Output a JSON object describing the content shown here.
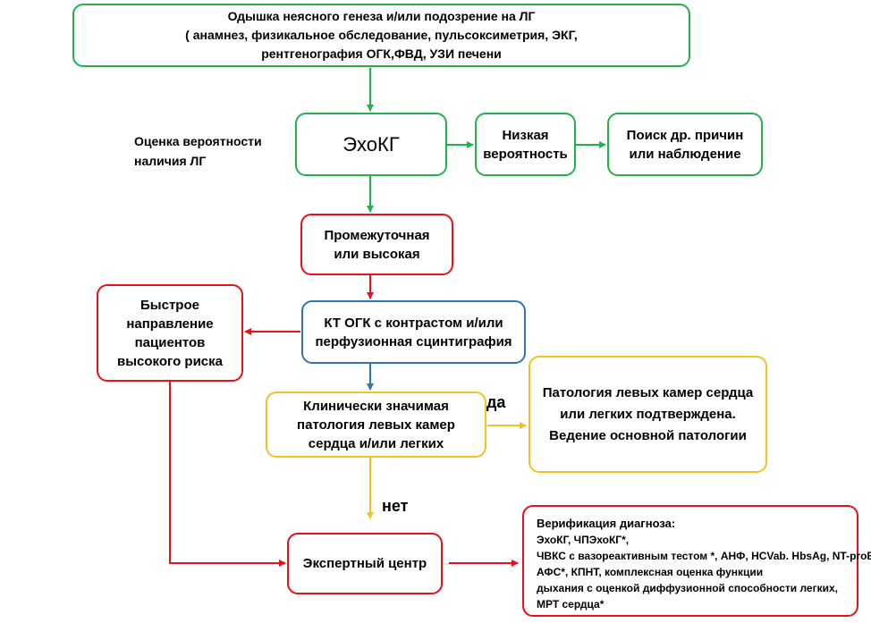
{
  "colors": {
    "green": "#22b14c",
    "red": "#e8101a",
    "blue": "#2e75b6",
    "yellow": "#f3c026"
  },
  "boxes": {
    "dyspnea": {
      "lines": [
        "Одышка неясного генеза и/или подозрение на ЛГ",
        "( анамнез, физикальное обследование, пульсоксиметрия, ЭКГ,",
        "рентгенография ОГК,ФВД, УЗИ печени"
      ]
    },
    "echo": {
      "text": "ЭхоКГ"
    },
    "low": {
      "lines": [
        "Низкая",
        "вероятность"
      ]
    },
    "search": {
      "lines": [
        "Поиск др. причин",
        "или наблюдение"
      ]
    },
    "intermediate": {
      "lines": [
        "Промежуточная",
        "или высокая"
      ]
    },
    "ct": {
      "lines": [
        "КТ ОГК с контрастом и/или",
        "перфузионная сцинтиграфия"
      ]
    },
    "fast": {
      "lines": [
        "Быстрое",
        "направление",
        "пациентов",
        "высокого риска"
      ]
    },
    "clinical": {
      "lines": [
        "Клинически значимая",
        "патология левых камер",
        "сердца и/или легких"
      ]
    },
    "confirmed": {
      "lines": [
        "Патология левых камер сердца",
        "или легких подтверждена.",
        "Ведение основной патологии"
      ]
    },
    "expert": {
      "text": "Экспертный центр"
    },
    "verification": {
      "title": "Верификация диагноза:",
      "lines": [
        "ЭхоКГ, ЧПЭхоКГ*,",
        "ЧВКС с вазореактивным тестом *, АНФ, HCVab. HbsAg, NT-proBNP;",
        "АФС*, КПНТ, комплексная оценка функции",
        "дыхания с оценкой  диффузионной способности легких,",
        "МРТ сердца*"
      ]
    }
  },
  "labels": {
    "assessment": [
      "Оценка вероятности",
      "наличия ЛГ"
    ],
    "yes": "да",
    "no": "нет"
  }
}
